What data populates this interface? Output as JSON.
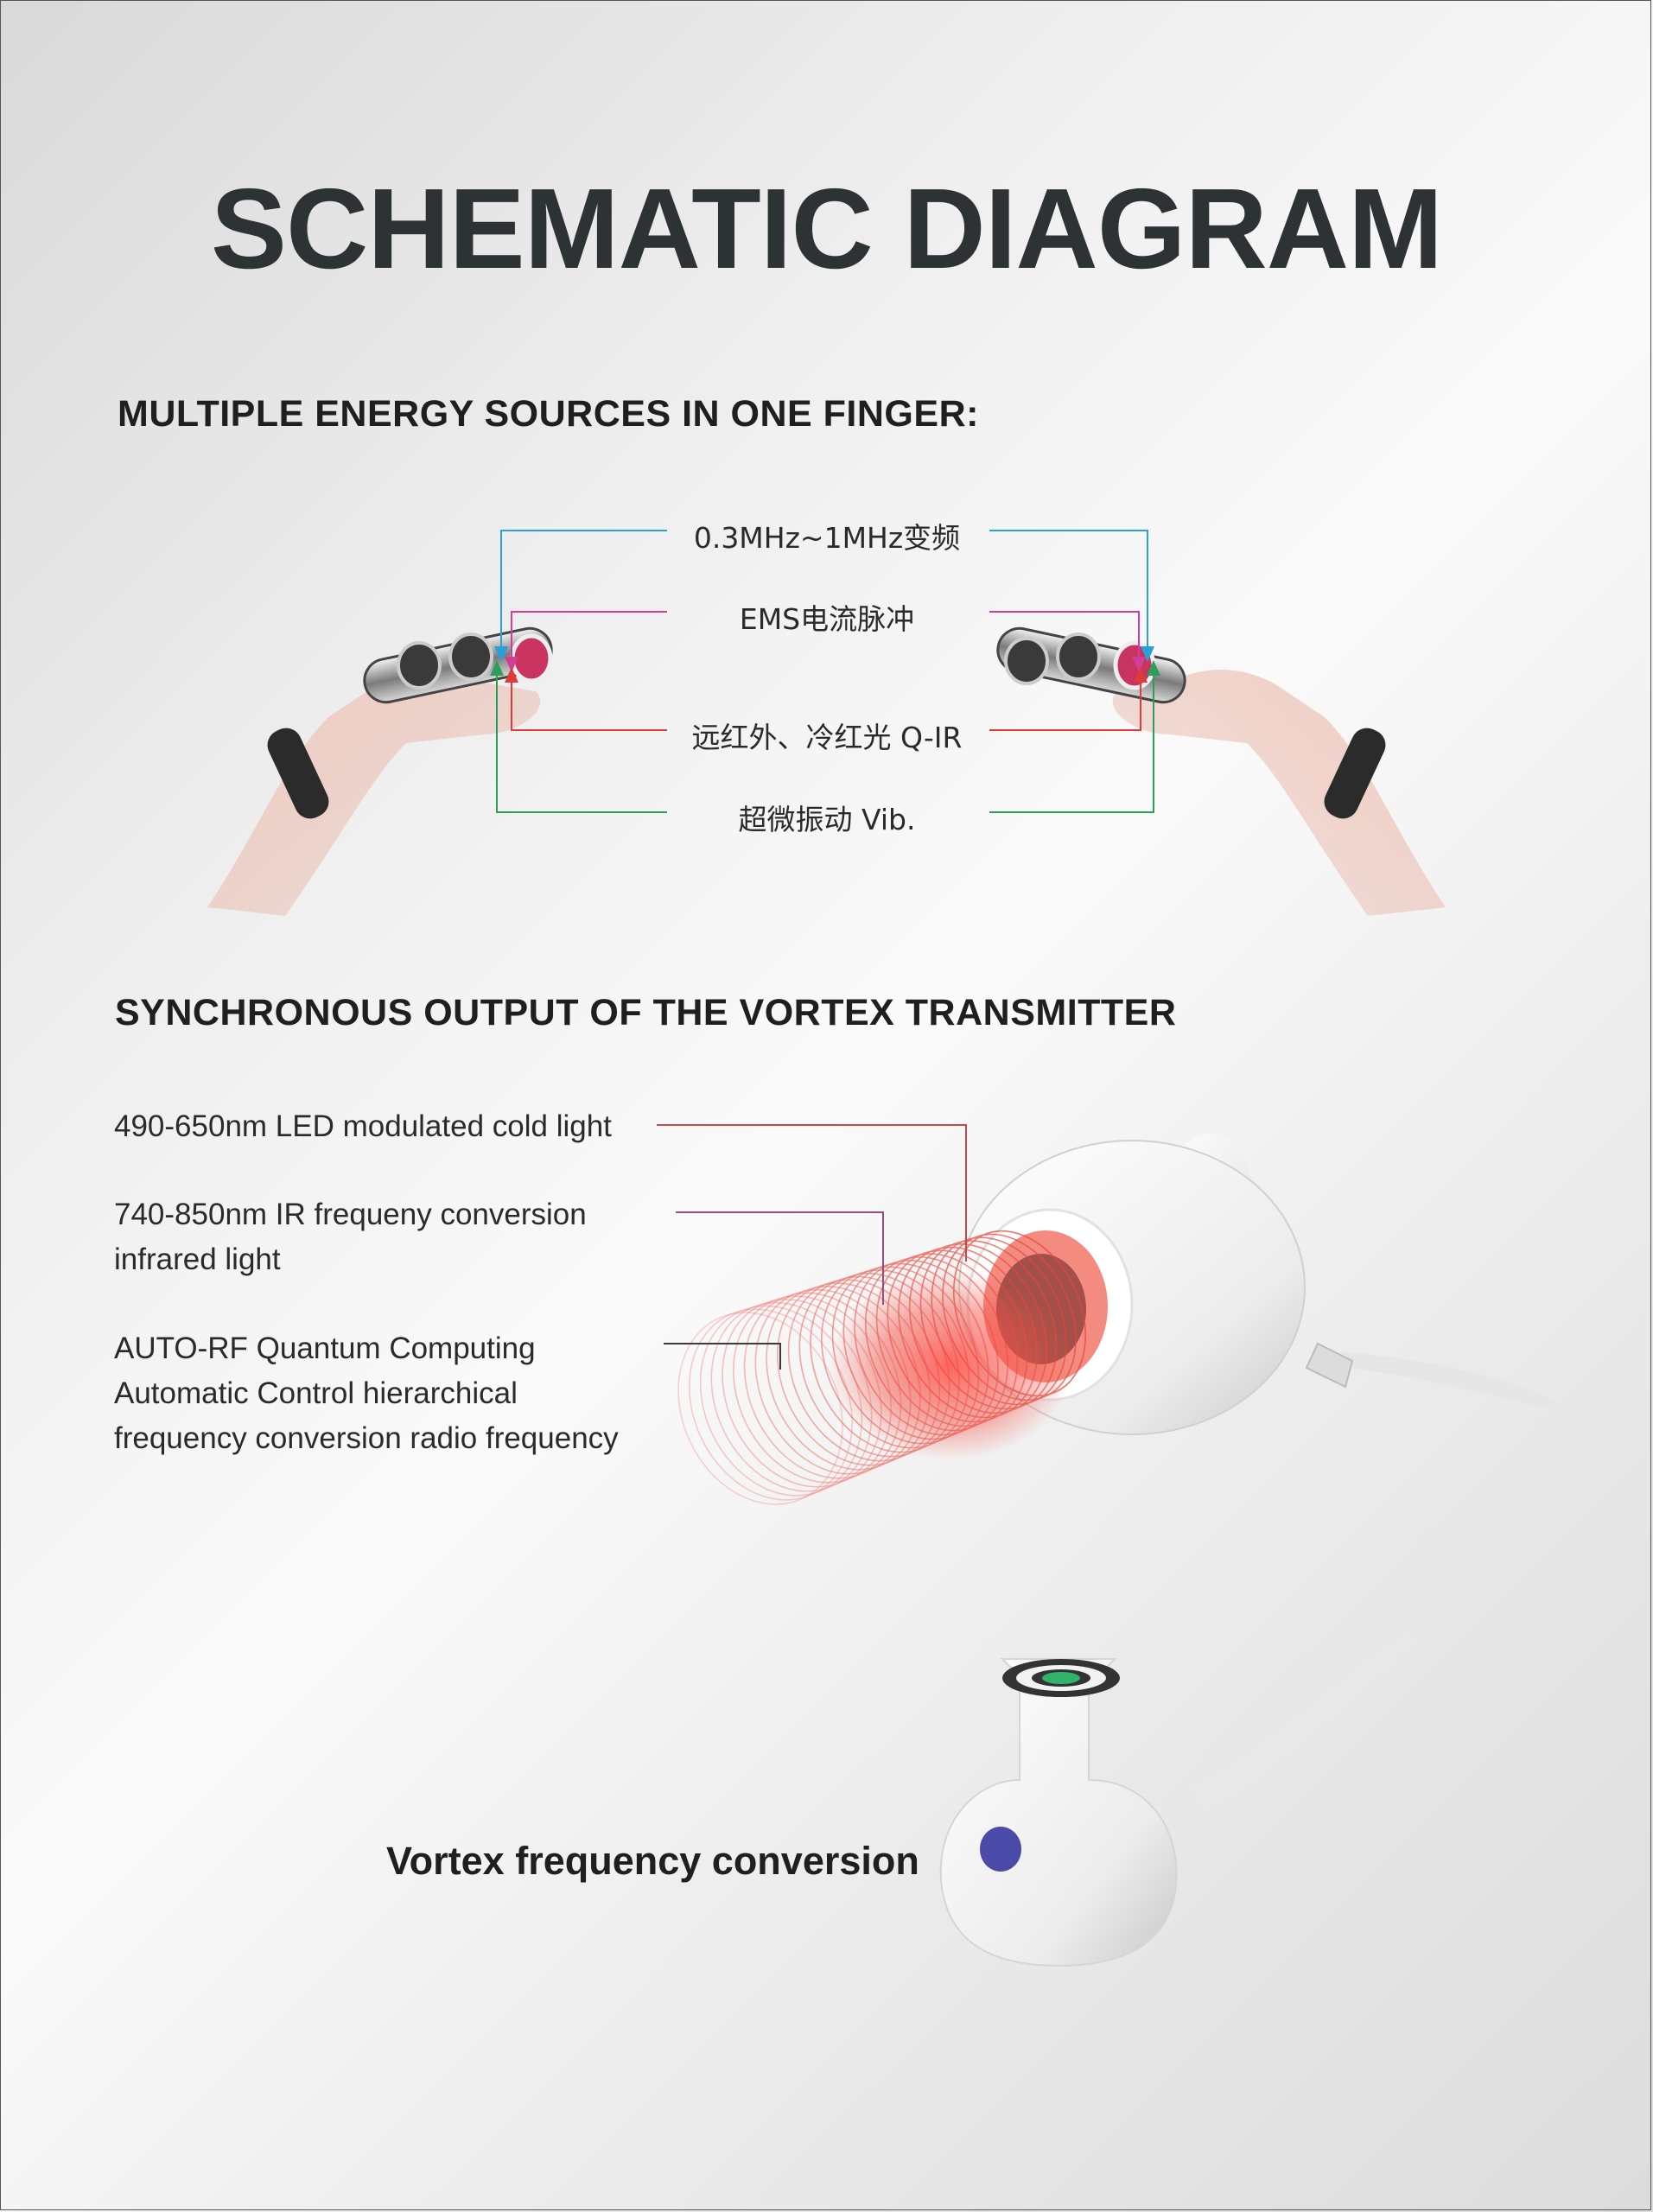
{
  "title": "SCHEMATIC DIAGRAM",
  "section1": {
    "heading": "MULTIPLE ENERGY SOURCES IN ONE FINGER:",
    "labels": [
      "0.3MHz~1MHz变频",
      "EMS电流脉冲",
      "远红外、冷红光 Q-IR",
      "超微振动 Vib."
    ]
  },
  "section2": {
    "heading": "SYNCHRONOUS OUTPUT OF THE VORTEX TRANSMITTER",
    "specs": [
      [
        "490-650nm  LED modulated cold light"
      ],
      [
        "740-850nm  IR frequeny conversion",
        "infrared light"
      ],
      [
        "AUTO-RF Quantum Computing",
        "Automatic Control hierarchical",
        "frequency conversion radio frequency"
      ]
    ]
  },
  "section3": {
    "caption": "Vortex frequency conversion"
  },
  "colors": {
    "title": "#2d3335",
    "line_blue": "#2a9fd8",
    "line_magenta": "#d23d96",
    "line_red": "#e03b3b",
    "line_green": "#2d9e5a",
    "vortex_red": "#e8453a",
    "led_green": "#2fb36a",
    "button_blue": "#4a4aa8"
  },
  "icons": [
    "finger-device-icon",
    "vortex-transmitter-icon",
    "vortex-probe-icon"
  ]
}
